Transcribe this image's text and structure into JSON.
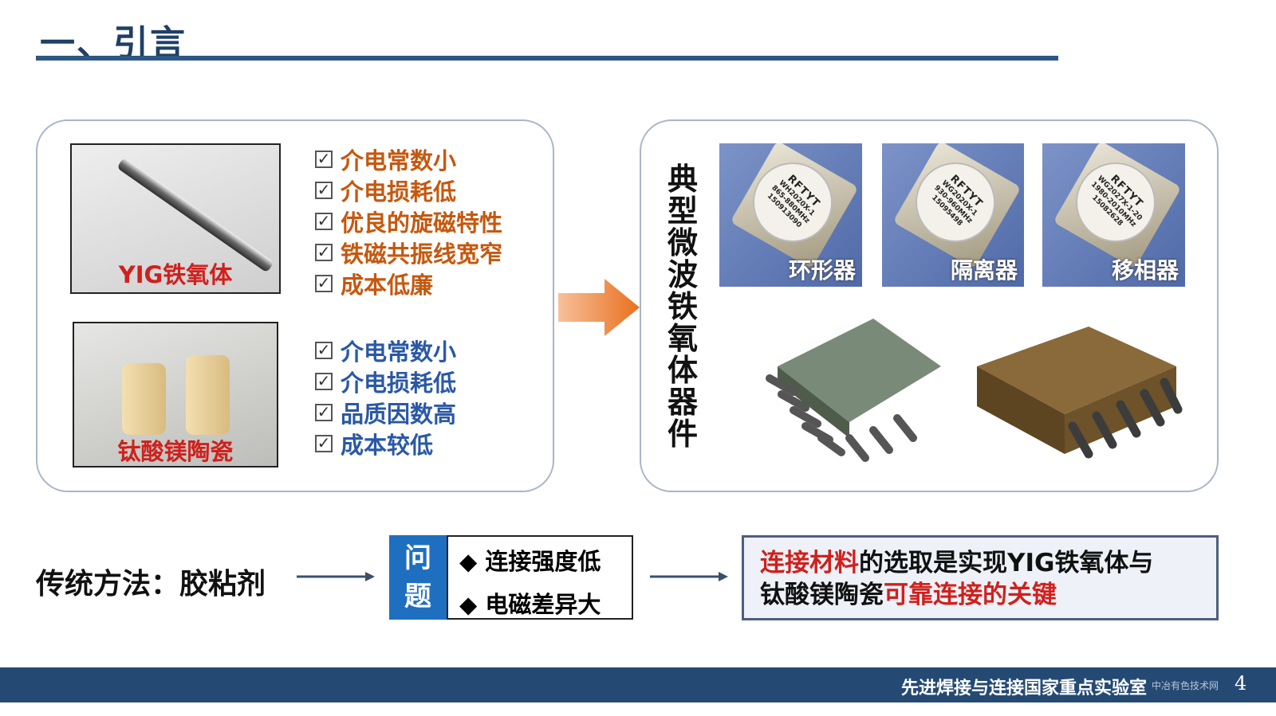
{
  "title": "一、引言",
  "left_panel": {
    "yig": {
      "label": "YIG铁氧体",
      "checks": [
        "介电常数小",
        "介电损耗低",
        "优良的旋磁特性",
        "铁磁共振线宽窄",
        "成本低廉"
      ]
    },
    "ceramic": {
      "label": "钛酸镁陶瓷",
      "checks": [
        "介电常数小",
        "介电损耗低",
        "品质因数高",
        "成本较低"
      ]
    }
  },
  "right_panel": {
    "vertical_title": "典型微波铁氧体器件",
    "devices": [
      {
        "label": "环形器",
        "marking": "WH2020X-1 865-880MHz 150913090"
      },
      {
        "label": "隔离器",
        "marking": "WG2020X-1 930-960MHz 15095498"
      },
      {
        "label": "移相器",
        "marking": "WG2027X-1-20 1980-2010MHz 15082628"
      }
    ],
    "brand": "RFTYT"
  },
  "bottom": {
    "method": "传统方法：胶粘剂",
    "problem_label": "问题",
    "problems": [
      "连接强度低",
      "电磁差异大"
    ],
    "bullet": "◆",
    "conclusion": {
      "red1": "连接材料",
      "black1": "的选取是实现YIG铁氧体与",
      "black2": "钛酸镁陶瓷",
      "red2": "可靠连接的关键"
    }
  },
  "footer": {
    "lab": "先进焊接与连接国家重点实验室",
    "page": "4",
    "watermark": "中冶有色技术网"
  },
  "colors": {
    "navy": "#244a73",
    "orange": "#c5580f",
    "blue": "#2a58a6",
    "red": "#d0201c",
    "problem_box": "#1f6fc0"
  }
}
